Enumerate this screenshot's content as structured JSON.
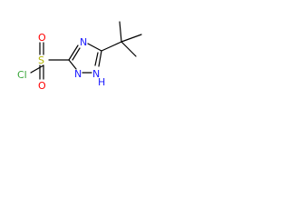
{
  "molecule": {
    "atoms": {
      "chlorine": "Cl",
      "sulfur": "S",
      "oxygen_top": "O",
      "oxygen_bottom": "O",
      "nitrogen_top": "N",
      "nitrogen_bottom": "N",
      "nitrogen_h_n": "N",
      "nitrogen_h_h": "H"
    },
    "colors": {
      "chlorine": "#3aa63a",
      "sulfur": "#b3b300",
      "oxygen": "#ff0000",
      "nitrogen": "#1a1aff",
      "bond": "#000000"
    }
  }
}
